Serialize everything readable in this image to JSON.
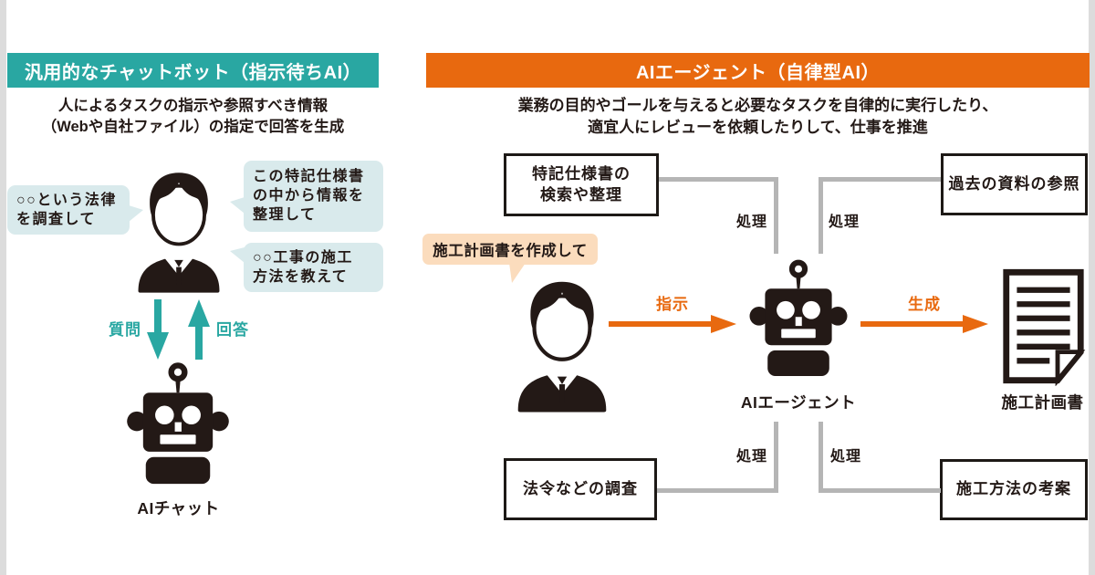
{
  "left_panel": {
    "header": "汎用的なチャットボット（指示待ちAI）",
    "description": [
      "人によるタスクの指示や参照すべき情報",
      "（Webや自社ファイル）の指定で回答を生成"
    ],
    "bubble_law": [
      "○○という法律",
      "を調査して"
    ],
    "bubble_spec": [
      "この特記仕様書",
      "の中から情報を",
      "整理して"
    ],
    "bubble_method": [
      "○○工事の施工",
      "方法を教えて"
    ],
    "question_label": "質問",
    "answer_label": "回答",
    "chatbot_label": "AIチャット"
  },
  "right_panel": {
    "header": "AIエージェント（自律型AI）",
    "description": [
      "業務の目的やゴールを与えると必要なタスクを自律的に実行したり、",
      "適宜人にレビューを依頼したりして、仕事を推進"
    ],
    "task_top_left": [
      "特記仕様書の",
      "検索や整理"
    ],
    "task_top_right": "過去の資料の参照",
    "task_bottom_left": "法令などの調査",
    "task_bottom_right": "施工方法の考案",
    "process_label": "処理",
    "request_bubble": "施工計画書を作成して",
    "instruction_label": "指示",
    "generation_label": "生成",
    "agent_label": "AIエージェント",
    "document_label": "施工計画書"
  },
  "colors": {
    "teal": "#29a7a2",
    "orange": "#e8690f",
    "bubble_blue": "#d9eaec",
    "bubble_peach": "#fbdcbd",
    "icon_dark": "#231916",
    "connector_gray": "#b5b5b5"
  }
}
